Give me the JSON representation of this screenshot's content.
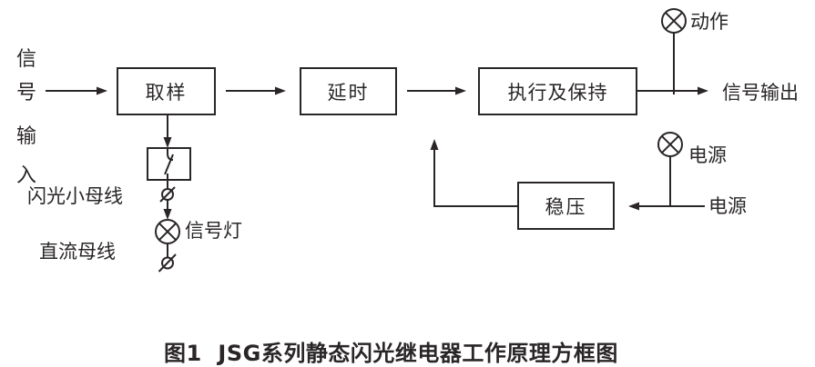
{
  "colors": {
    "ink": "#2a2627",
    "background": "#ffffff"
  },
  "signal_input": {
    "chars": [
      "信",
      "号",
      "输",
      "入"
    ]
  },
  "blocks": {
    "sampling": "取样",
    "delay": "延时",
    "execute_hold": "执行及保持",
    "regulator": "稳压"
  },
  "labels": {
    "flash_bus": "闪光小母线",
    "dc_bus": "直流母线",
    "signal_lamp": "信号灯",
    "action": "动作",
    "signal_output": "信号输出",
    "power_lamp": "电源",
    "power_source": "电源"
  },
  "icons": {
    "lamp": "circle-with-x indicator lamp",
    "terminal": "slashed-circle terminal",
    "contact": "switch contact in box"
  },
  "caption": "图1  JSG系列静态闪光继电器工作原理方框图"
}
